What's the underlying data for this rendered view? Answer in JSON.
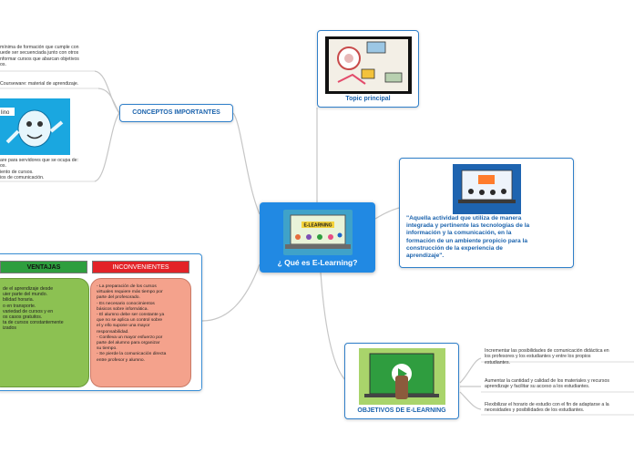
{
  "center": {
    "title": "¿ Qué es E-Learning?",
    "image_label": "E-LEARNING"
  },
  "topic_principal": {
    "label": "Topic principal"
  },
  "definition": {
    "text_lines": [
      "\"Aquella actividad que utiliza de manera",
      "integrada y pertinente las tecnologías de la",
      "información y la comunicación, en la",
      "formación de un ambiente propicio para la",
      "construcción de la experiencia de",
      "aprendizaje\"."
    ]
  },
  "conceptos": {
    "label": "CONCEPTOS IMPORTANTES",
    "item1": [
      "mínima de formación que cumple con",
      "uede ser secuenciada junto con otros",
      "nformar cursos que abarcan objetivos",
      "os."
    ],
    "item2": [
      "Courseware: material de aprendizaje."
    ],
    "image_badge": "lino",
    "item3": [
      "are para servidores que se ocupa de:",
      "os.",
      "iento de cursos.",
      "ios de comunicación."
    ]
  },
  "objetivos": {
    "label": "OBJETIVOS DE E-LEARNING",
    "items": [
      [
        "Incrementar las posibilidades de comunicación didáctica en",
        "los profesores y los estudiantes y entre los propios",
        "estudiantes."
      ],
      [
        "Aumentar la cantidad y calidad de los materiales y recursos",
        "aprendizaje y facilitar su acceso a los estudiantes."
      ],
      [
        "Flexibilizar el horario de estudio con el fin de adaptarse a la",
        "necesidades y posibilidades de los estudiantes."
      ]
    ]
  },
  "table": {
    "ventajas_header": "VENTAJAS",
    "inconvenientes_header": "INCONVENIENTES",
    "ventajas_lines": [
      "de el aprendizaje desde",
      "uier parte del mundo.",
      "bilidad horaria.",
      "o en transporte.",
      "variedad de cursos y en",
      "os casos gratuitos.",
      "ta de cursos constantemente",
      "izados"
    ],
    "inconvenientes_lines": [
      "-  La preparación de los cursos",
      "    virtuales requiere más tiempo por",
      "    parte del profesorado.",
      "-  Es necesario conocimientos",
      "    básicos sobre informática.",
      "-  El alumno debe ser constante ya",
      "    que no se aplica un control sobre",
      "    el y ello supone una mayor",
      "    responsabilidad.",
      "-  Conlleva un mayor esfuerzo por",
      "    parte del alumno para organizar",
      "    su tiempo.",
      "-  Se pierde la comunicación directa",
      "    entre profesor y alumno."
    ],
    "colors": {
      "ventajas_header": "#2e9e3e",
      "inconvenientes_header": "#e32227",
      "ventajas_body": "#8cc152",
      "inconvenientes_body": "#f4a28c"
    }
  },
  "colors": {
    "accent": "#2189e3",
    "border": "#2f7fc9",
    "link": "#1b63ad"
  }
}
